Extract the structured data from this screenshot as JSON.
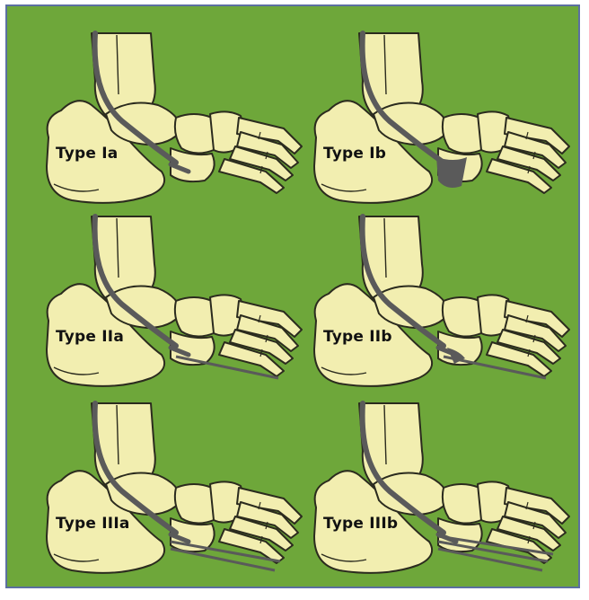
{
  "colors": {
    "background": "#6ea73a",
    "border": "#5b6fa0",
    "bone": "#f2eeb0",
    "bone_outline": "#2b2b1e",
    "fascia": "#5a5a5a"
  },
  "panels": [
    {
      "label": "Type Ia",
      "variant": "Ia"
    },
    {
      "label": "Type Ib",
      "variant": "Ib"
    },
    {
      "label": "Type IIa",
      "variant": "IIa"
    },
    {
      "label": "Type IIb",
      "variant": "IIb"
    },
    {
      "label": "Type IIIa",
      "variant": "IIIa"
    },
    {
      "label": "Type IIIb",
      "variant": "IIIb"
    }
  ]
}
